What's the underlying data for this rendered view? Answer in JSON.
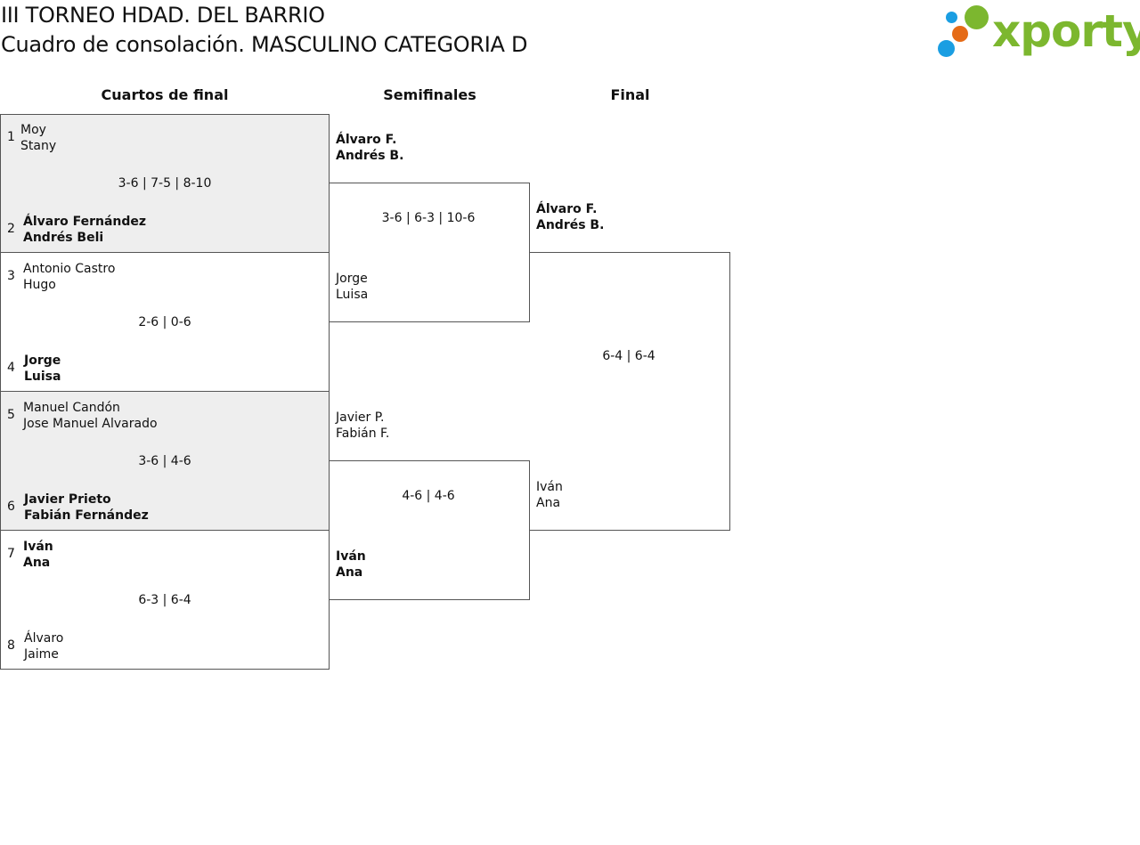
{
  "title_line1": "III TORNEO HDAD. DEL BARRIO",
  "title_line2": "Cuadro de consolación. MASCULINO CATEGORIA D",
  "logo_text": "xporty",
  "colors": {
    "green": "#7cb72f",
    "blue": "#1a9ee2",
    "orange": "#e56b17",
    "shade": "#eeeeee"
  },
  "rounds": [
    "Cuartos de final",
    "Semifinales",
    "Final"
  ],
  "quarterfinals": [
    {
      "seed_a": "1",
      "pair_a": [
        "Moy",
        "Stany"
      ],
      "seed_b": "2",
      "pair_b": [
        "Álvaro Fernández",
        "Andrés Beli"
      ],
      "winner": "b",
      "score": "3-6 | 7-5 | 8-10"
    },
    {
      "seed_a": "3",
      "pair_a": [
        "Antonio Castro",
        "Hugo"
      ],
      "seed_b": "4",
      "pair_b": [
        "Jorge",
        "Luisa"
      ],
      "winner": "b",
      "score": "2-6 | 0-6"
    },
    {
      "seed_a": "5",
      "pair_a": [
        "Manuel Candón",
        "Jose Manuel Alvarado"
      ],
      "seed_b": "6",
      "pair_b": [
        "Javier Prieto",
        "Fabián Fernández"
      ],
      "winner": "b",
      "score": "3-6 | 4-6"
    },
    {
      "seed_a": "7",
      "pair_a": [
        "Iván",
        "Ana"
      ],
      "seed_b": "8",
      "pair_b": [
        "Álvaro",
        "Jaime"
      ],
      "winner": "a",
      "score": "6-3 | 6-4"
    }
  ],
  "semifinals": [
    {
      "pair_a": [
        "Álvaro F.",
        "Andrés B."
      ],
      "pair_b": [
        "Jorge",
        "Luisa"
      ],
      "winner": "a",
      "score": "3-6 | 6-3 | 10-6"
    },
    {
      "pair_a": [
        "Javier P.",
        "Fabián F."
      ],
      "pair_b": [
        "Iván",
        "Ana"
      ],
      "winner": "b",
      "score": "4-6 | 4-6"
    }
  ],
  "final": {
    "pair_a": [
      "Álvaro F.",
      "Andrés B."
    ],
    "pair_b": [
      "Iván",
      "Ana"
    ],
    "winner": "a",
    "score": "6-4 | 6-4"
  }
}
